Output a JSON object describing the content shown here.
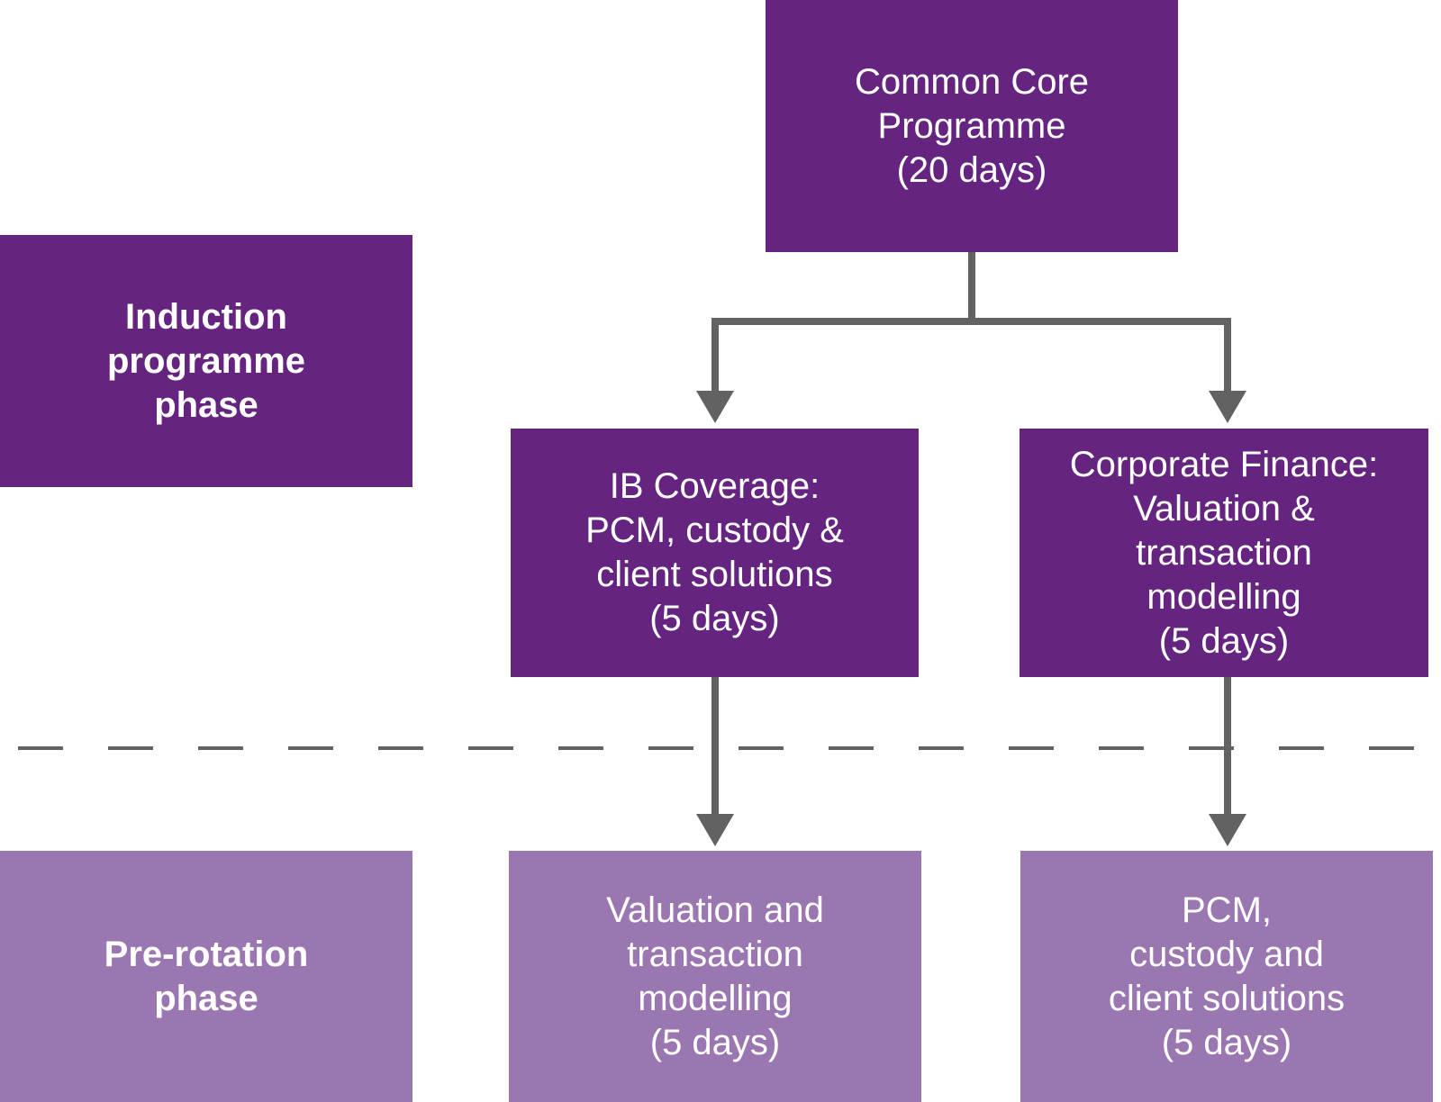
{
  "phases": {
    "induction": "Induction\nprogramme\nphase",
    "prerotation": "Pre-rotation\nphase"
  },
  "nodes": {
    "common_core": "Common Core\nProgramme\n(20 days)",
    "ib_coverage": "IB Coverage:\nPCM, custody &\nclient solutions\n(5 days)",
    "corporate_finance": "Corporate Finance:\nValuation &\ntransaction\nmodelling\n(5 days)",
    "valuation": "Valuation and\ntransaction\nmodelling\n(5 days)",
    "pcm": "PCM,\ncustody and\nclient solutions\n(5 days)"
  },
  "colors": {
    "dark_purple": "#65247f",
    "light_purple": "#9b77b2",
    "connector": "#626262"
  }
}
